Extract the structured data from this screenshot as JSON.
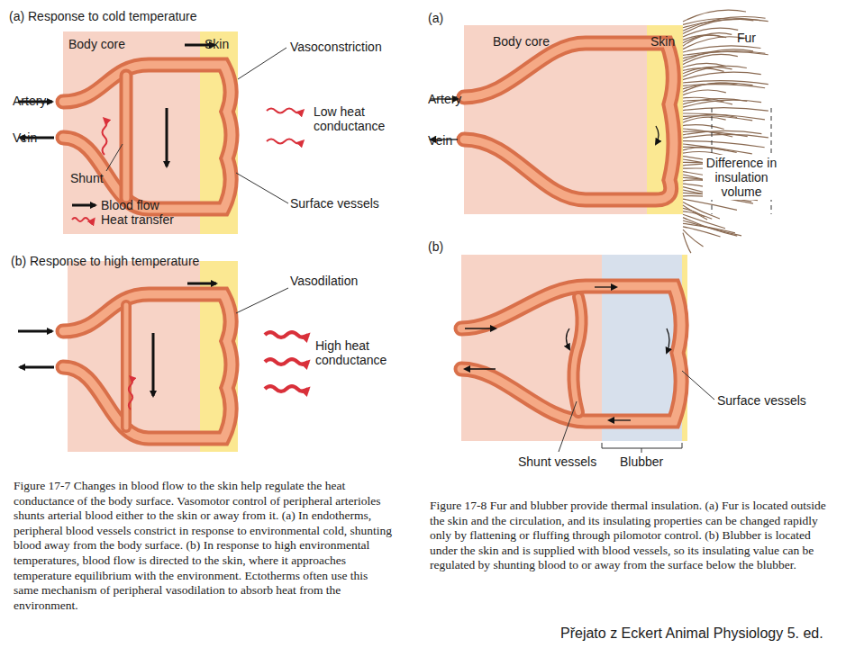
{
  "diagram": {
    "nodes": [
      {
        "text": [
          "Body core"
        ]
      },
      {
        "text": [
          "Skin"
        ]
      },
      {
        "text": [
          "Body core"
        ]
      },
      {
        "text": [
          "Skin"
        ]
      }
    ],
    "labels": [
      "(a) Response to cold temperature",
      "Vasoconstriction",
      "Artery",
      "Vein",
      "Low heat conductance",
      "Shunt",
      "Surface vessels",
      "(b) Response to high temperature",
      "Vasodilation",
      "High heat conductance",
      "(a)",
      "Fur",
      "Artery",
      "Vein",
      "Difference in insulation volume",
      "(b)",
      "Surface vessels",
      "Shunt vessels",
      "Blubber",
      "Figure 17-7 Changes in blood flow to the skin help regulate the heat conductance of the body surface. Vasomotor control of peripheral arterioles shunts arterial blood either to the skin or away from it. (a) In endotherms, peripheral blood vessels constrict in response to environmental cold, shunting blood away from the body surface. (b) In response to high environmental temperatures, blood flow is directed to the skin, where it approaches temperature equilibrium with the environment. Ectotherms often use this same mechanism of peripheral vasodilation to absorb heat from the environment.",
      "Figure 17-8 Fur and blubber provide thermal insulation. (a) Fur is located outside the skin and the circulation, and its insulating properties can be changed rapidly only by flattening or fluffing through pilomotor control. (b) Blubber is located under the skin and is supplied with blood vessels, so its insulating value can be regulated by shunting blood to or away from the surface below the blubber.",
      "Přejato z Eckert Animal Physiology 5. ed."
    ],
    "legend": [
      {
        "text": "Blood flow"
      },
      {
        "text": "Heat transfer"
      }
    ]
  }
}
